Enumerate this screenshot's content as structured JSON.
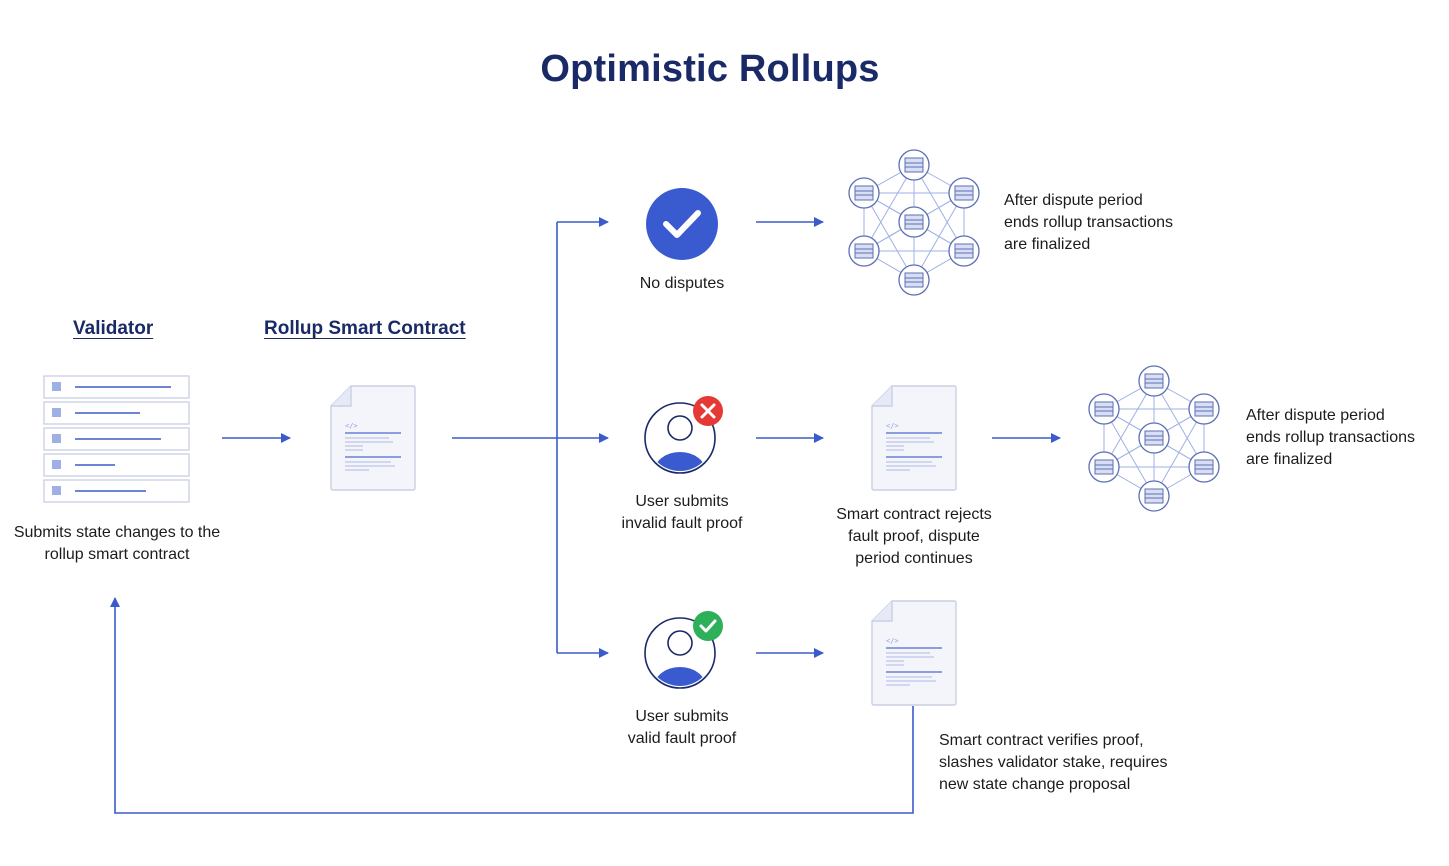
{
  "title": "Optimistic Rollups",
  "headings": {
    "validator": "Validator",
    "rollup_contract": "Rollup Smart Contract"
  },
  "captions": {
    "validator": [
      "Submits state changes to the",
      "rollup smart contract"
    ],
    "no_disputes": [
      "No disputes"
    ],
    "finalized_top": [
      "After dispute period",
      "ends rollup transactions",
      "are finalized"
    ],
    "invalid_proof": [
      "User submits",
      "invalid fault proof"
    ],
    "rejects": [
      "Smart contract rejects",
      "fault proof, dispute",
      "period continues"
    ],
    "finalized_mid": [
      "After dispute period",
      "ends rollup transactions",
      "are finalized"
    ],
    "valid_proof": [
      "User submits",
      "valid fault proof"
    ],
    "verifies": [
      "Smart contract verifies proof,",
      "slashes validator stake, requires",
      "new state change proposal"
    ]
  },
  "colors": {
    "navy": "#1a2a66",
    "arrow": "#3a5bcc",
    "accent_blue": "#3a5bd0",
    "error_red": "#e53935",
    "success_green": "#2eb05a",
    "doc_fill": "#f3f5fb",
    "doc_stroke": "#c9cfe4",
    "line_blue": "#8a9ee0"
  },
  "icons": {
    "validator": "state-list-icon",
    "contract": "document-code-icon",
    "check": "check-circle-icon",
    "user_invalid": "user-error-icon",
    "user_valid": "user-verified-icon",
    "network": "node-network-icon"
  }
}
